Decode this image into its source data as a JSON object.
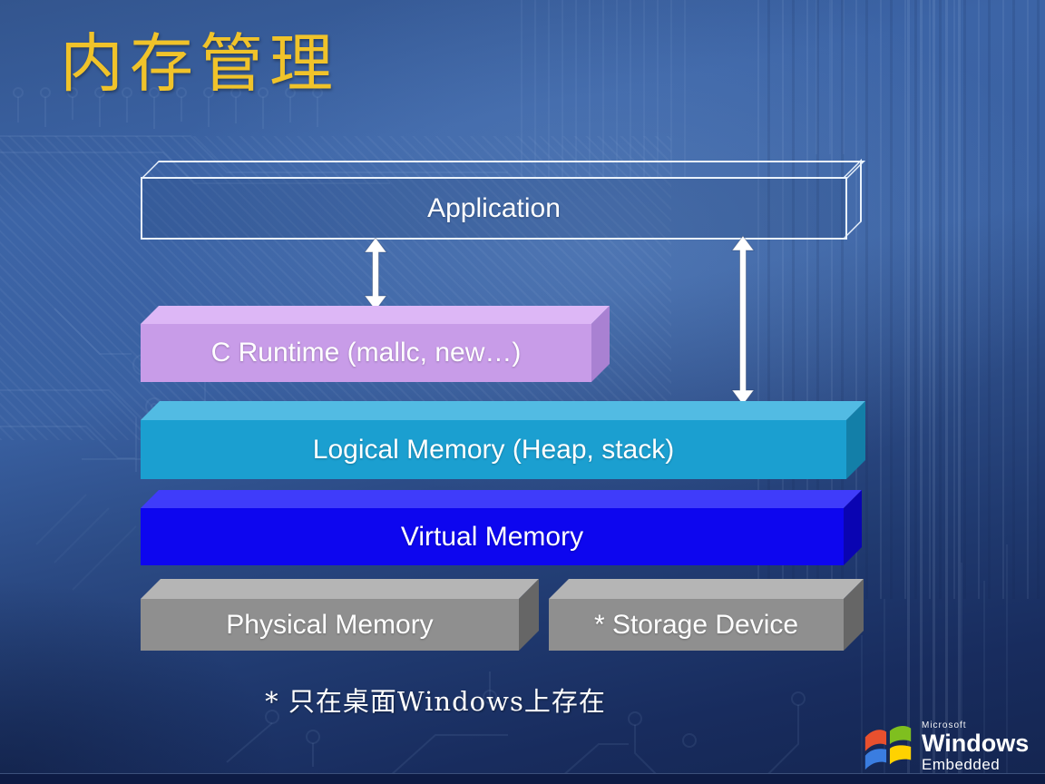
{
  "slide": {
    "title": "内存管理",
    "footnote": "* 只在桌面Windows上存在"
  },
  "diagram": {
    "application": {
      "label": "Application",
      "style": "outlined-transparent"
    },
    "c_runtime": {
      "label": "C Runtime (mallc, new…)",
      "color": "#c89ce8"
    },
    "logical_memory": {
      "label": "Logical Memory (Heap, stack)",
      "color": "#1b9fd0"
    },
    "virtual_memory": {
      "label": "Virtual Memory",
      "color": "#0d06ef"
    },
    "physical_memory": {
      "label": "Physical Memory",
      "color": "#8f8f8f"
    },
    "storage_device": {
      "label": "* Storage Device",
      "color": "#8f8f8f"
    },
    "arrows": [
      {
        "name": "application-to-c-runtime",
        "type": "vertical-double-headed"
      },
      {
        "name": "application-to-logical-memory",
        "type": "vertical-double-headed"
      }
    ]
  },
  "logo": {
    "brand_small": "Microsoft",
    "brand_main": "Windows",
    "brand_sub": "Embedded",
    "flag_colors": {
      "red": "#e8502e",
      "green": "#7fbf1f",
      "blue": "#3a7de0",
      "yellow": "#ffd200"
    }
  },
  "palette": {
    "title_text": "#f0c32a",
    "box_text": "#ffffff",
    "arrow": "#ffffff",
    "background_mid": "#3a61a2",
    "background_dark": "#142550"
  }
}
